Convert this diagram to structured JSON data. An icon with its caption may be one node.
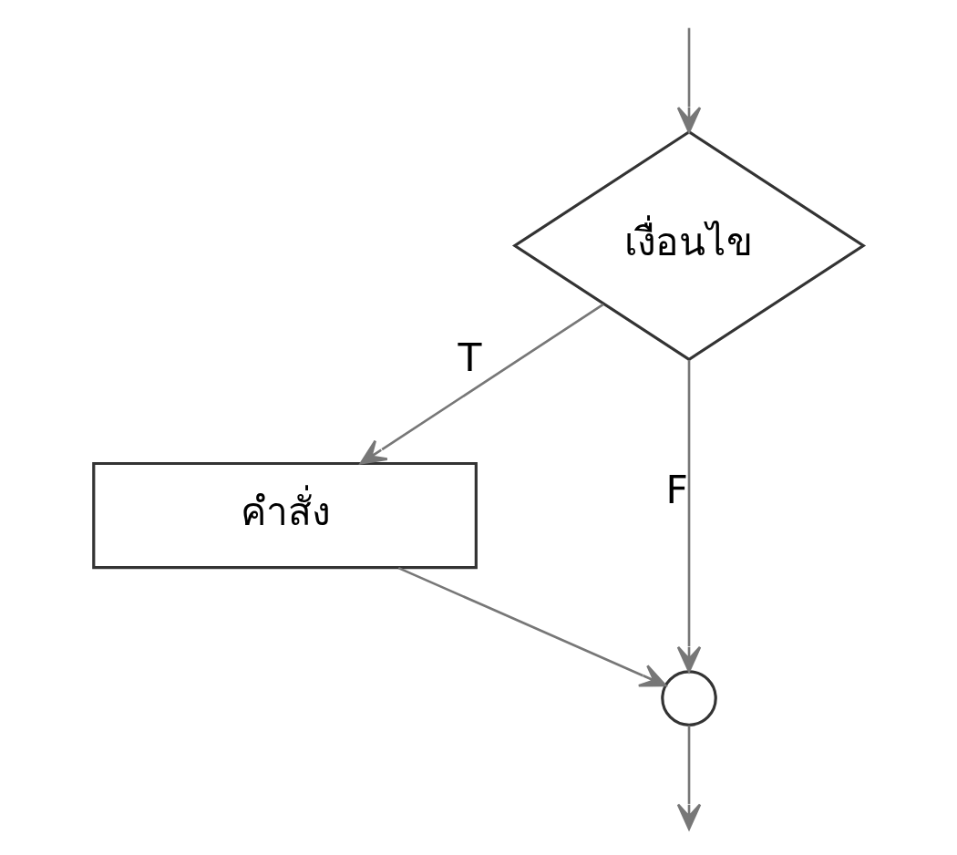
{
  "diagram": {
    "nodes": [
      {
        "text": [
          "เงื่อนไข"
        ]
      },
      {
        "text": [
          "คำสั่ง"
        ]
      },
      {
        "text": [],
        "shape": "circle"
      }
    ],
    "edges": [
      {
        "from": null,
        "to": 0,
        "arrow": "to"
      },
      {
        "from": 0,
        "to": 1,
        "label": "T",
        "arrow": "to"
      },
      {
        "from": 0,
        "to": 2,
        "label": "F",
        "arrow": "to"
      },
      {
        "from": 1,
        "to": 2,
        "arrow": "to"
      },
      {
        "from": 2,
        "to": null,
        "arrow": "to"
      }
    ]
  }
}
